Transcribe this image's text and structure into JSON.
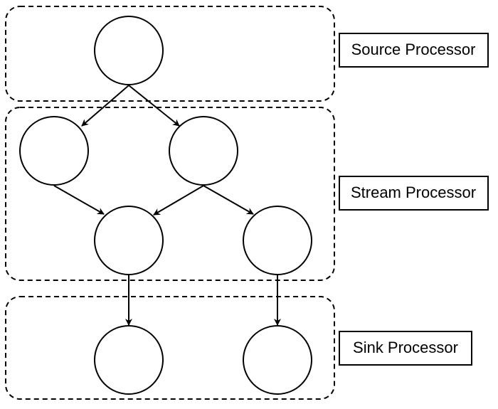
{
  "labels": {
    "source": "Source Processor",
    "stream": "Stream Processor",
    "sink": "Sink Processor"
  },
  "colors": {
    "stroke": "#000000",
    "background": "#ffffff"
  }
}
